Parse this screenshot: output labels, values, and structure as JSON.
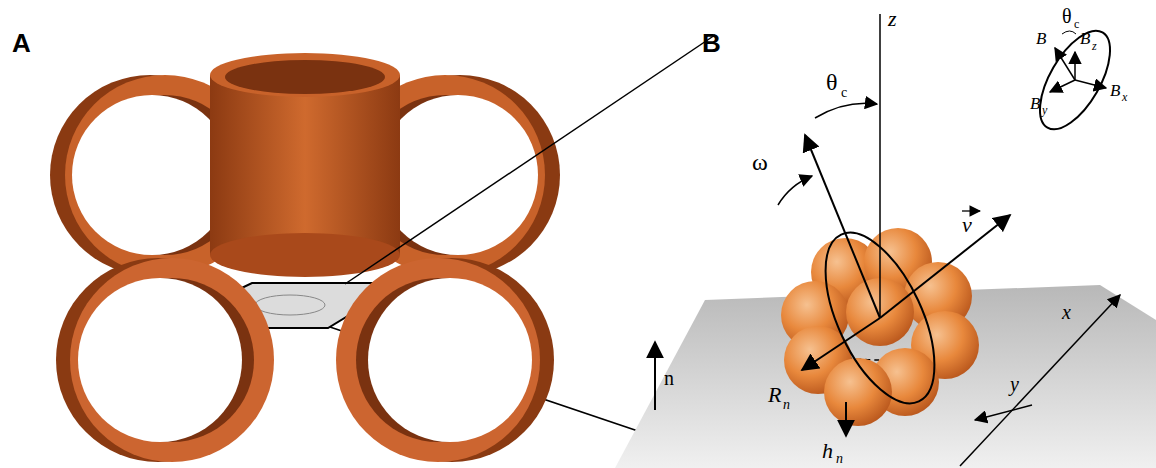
{
  "diagram": {
    "labels": [
      "A",
      "B",
      "θ",
      "c",
      "z",
      "θ",
      "c",
      "B",
      "B",
      "z",
      "ω",
      "v",
      "B",
      "x",
      "B",
      "y",
      "n",
      "R",
      "n",
      "y",
      "x",
      "h",
      "n"
    ]
  }
}
